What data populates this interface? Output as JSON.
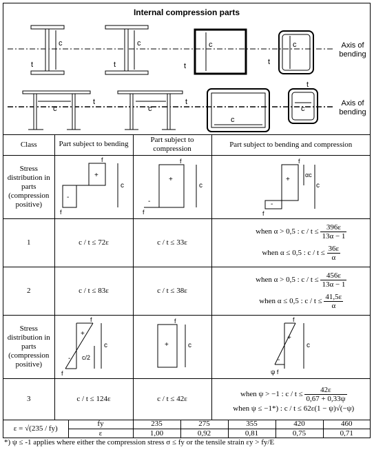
{
  "header": {
    "title": "Internal compression parts",
    "axis_label_1": "Axis of bending",
    "axis_label_2": "Axis of bending",
    "dim_c": "c",
    "dim_t": "t"
  },
  "table": {
    "col_class": "Class",
    "col_bending": "Part subject to bending",
    "col_compression": "Part subject to compression",
    "col_both": "Part subject to bending and compression",
    "stress_label": "Stress distribution in parts (compression positive)",
    "fy": "f",
    "fy_sub": "y",
    "plus": "+",
    "minus": "-",
    "alpha_c": "αc",
    "c_half": "c/2",
    "psi_fy": "ψ f",
    "rows": [
      {
        "class": "1",
        "bending": "c / t ≤ 72ε",
        "compression": "c / t ≤ 33ε",
        "cond_a": "when α > 0,5 :  c / t ≤",
        "num_a": "396ε",
        "den_a": "13α − 1",
        "cond_b": "when α ≤ 0,5 :  c / t ≤",
        "num_b": "36ε",
        "den_b": "α"
      },
      {
        "class": "2",
        "bending": "c / t ≤ 83ε",
        "compression": "c / t ≤ 38ε",
        "cond_a": "when α > 0,5 :  c / t ≤",
        "num_a": "456ε",
        "den_a": "13α − 1",
        "cond_b": "when α ≤ 0,5 :  c / t ≤",
        "num_b": "41,5ε",
        "den_b": "α"
      },
      {
        "class": "3",
        "bending": "c / t ≤ 124ε",
        "compression": "c / t ≤ 42ε",
        "cond_a": "when ψ > −1 :  c / t ≤",
        "num_a": "42ε",
        "den_a": "0,67 + 0,33ψ",
        "cond_b": "when ψ ≤ −1*) :  c / t ≤ 62ε(1 − ψ)√(−ψ)"
      }
    ]
  },
  "epsilon": {
    "label": "ε = √(235 / fy)",
    "fy_label": "fy",
    "eps_label": "ε",
    "fy_values": [
      "235",
      "275",
      "355",
      "420",
      "460"
    ],
    "eps_values": [
      "1,00",
      "0,92",
      "0,81",
      "0,75",
      "0,71"
    ]
  },
  "footnote": "*)  ψ ≤ -1 applies where either the compression stress σ ≤ fy or the tensile strain εy > fy/E"
}
